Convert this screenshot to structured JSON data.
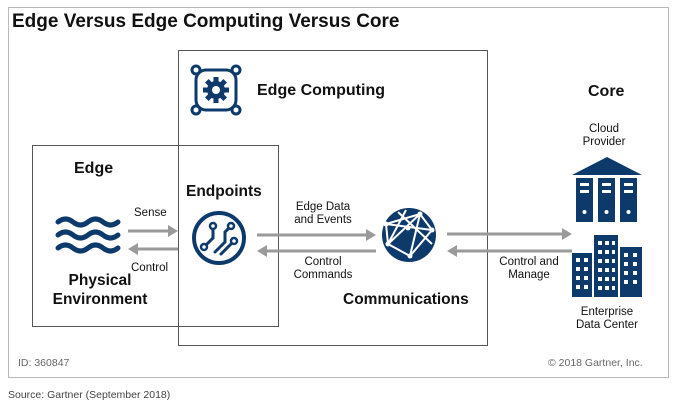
{
  "title": "Edge Versus Edge Computing Versus Core",
  "edge_computing": {
    "label": "Edge Computing",
    "icon": "gear-network-icon"
  },
  "edge": {
    "label": "Edge",
    "environment": "Physical Environment",
    "icon": "waves-icon"
  },
  "endpoints": {
    "label": "Endpoints",
    "icon": "circuit-icon"
  },
  "communications": {
    "label": "Communications",
    "icon": "globe-network-icon"
  },
  "core": {
    "label": "Core",
    "cloud_provider": "Cloud Provider",
    "enterprise_data_center": "Enterprise Data Center"
  },
  "flows": {
    "sense": "Sense",
    "control": "Control",
    "edge_data": "Edge Data and Events",
    "control_commands": "Control Commands",
    "control_manage": "Control and Manage"
  },
  "footer": {
    "id": "ID: 360847",
    "copyright": "© 2018 Gartner, Inc.",
    "source": "Source: Gartner (September 2018)"
  },
  "colors": {
    "brand_blue": "#0d3a6b",
    "arrow_gray": "#9a9a9a",
    "border": "#555555"
  }
}
